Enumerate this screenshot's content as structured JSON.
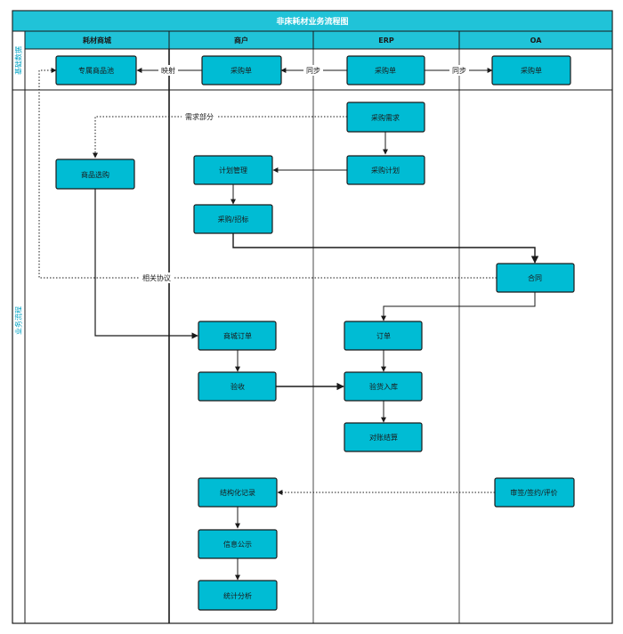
{
  "title": "非床耗材业务流程图",
  "colors": {
    "accent": "#00bcd4",
    "header": "#20c3d8",
    "border": "#1a1a1a",
    "lane_text": "#00a3c4"
  },
  "columns": [
    {
      "id": "mall",
      "label": "耗材商城"
    },
    {
      "id": "shop",
      "label": "商户"
    },
    {
      "id": "erp",
      "label": "ERP"
    },
    {
      "id": "oa",
      "label": "OA"
    }
  ],
  "lanes": [
    {
      "id": "basic",
      "label": "基础数据"
    },
    {
      "id": "business",
      "label": "业务流程"
    }
  ],
  "nodes": {
    "mall_product": "专属商品池",
    "shop_purchase_record": "采购单",
    "erp_purchase_record": "采购单",
    "oa_purchase_record": "采购单",
    "purchase_request": "采购需求",
    "product_select": "商品选购",
    "plan_manage": "计划管理",
    "purchase_bid": "采购/招标",
    "purchase_plan": "采购计划",
    "contract": "合同",
    "shop_order": "商城订单",
    "erp_order": "订单",
    "acceptance": "验收",
    "warehousing": "验货入库",
    "settlement": "对账结算",
    "structured_record": "结构化记录",
    "info_public": "信息公示",
    "stats": "统计分析",
    "approval": "审签/签约/评价"
  },
  "edge_labels": {
    "mapping": "映射",
    "sync_1": "同步",
    "sync_2": "同步",
    "demand_part": "需求部分",
    "related_agreement": "相关协议"
  }
}
